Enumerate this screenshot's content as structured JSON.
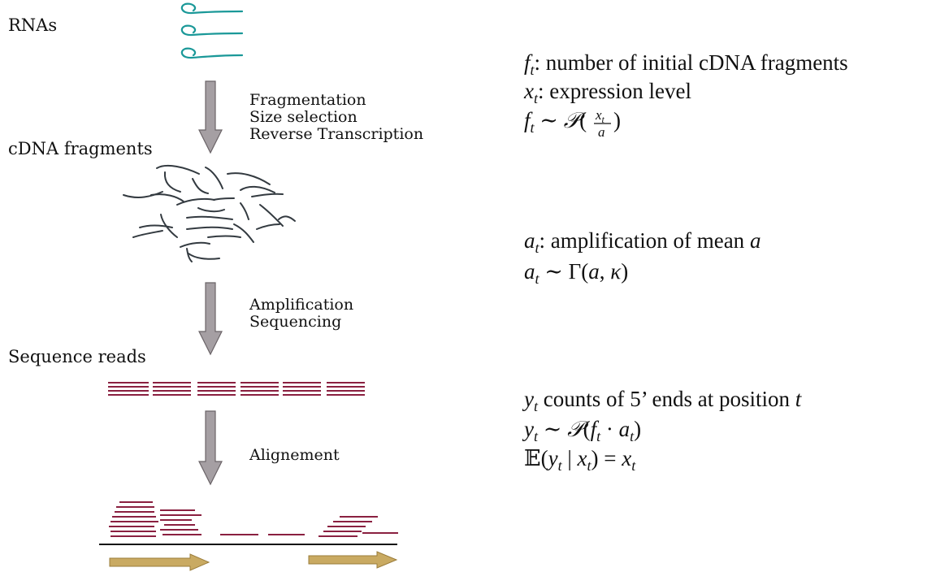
{
  "labels": {
    "rnas": "RNAs",
    "cdna": "cDNA fragments",
    "reads": "Sequence reads"
  },
  "steps": {
    "first": [
      "Fragmentation",
      "Size selection",
      "Reverse Transcription"
    ],
    "second": [
      "Amplification",
      "Sequencing"
    ],
    "third": [
      "Alignement"
    ]
  },
  "equations": {
    "block1": {
      "f_def": ": number of initial cDNA fragments",
      "x_def": ": expression level"
    },
    "block2": {
      "a_def": ": amplification of mean "
    },
    "block3": {
      "y_def": " counts of 5’ ends at position "
    }
  },
  "colors": {
    "rna": "#1a9898",
    "fragment": "#333a40",
    "read": "#8a2040",
    "arrow": "#a59fa3",
    "gene_arrow": "#c9aa62"
  }
}
